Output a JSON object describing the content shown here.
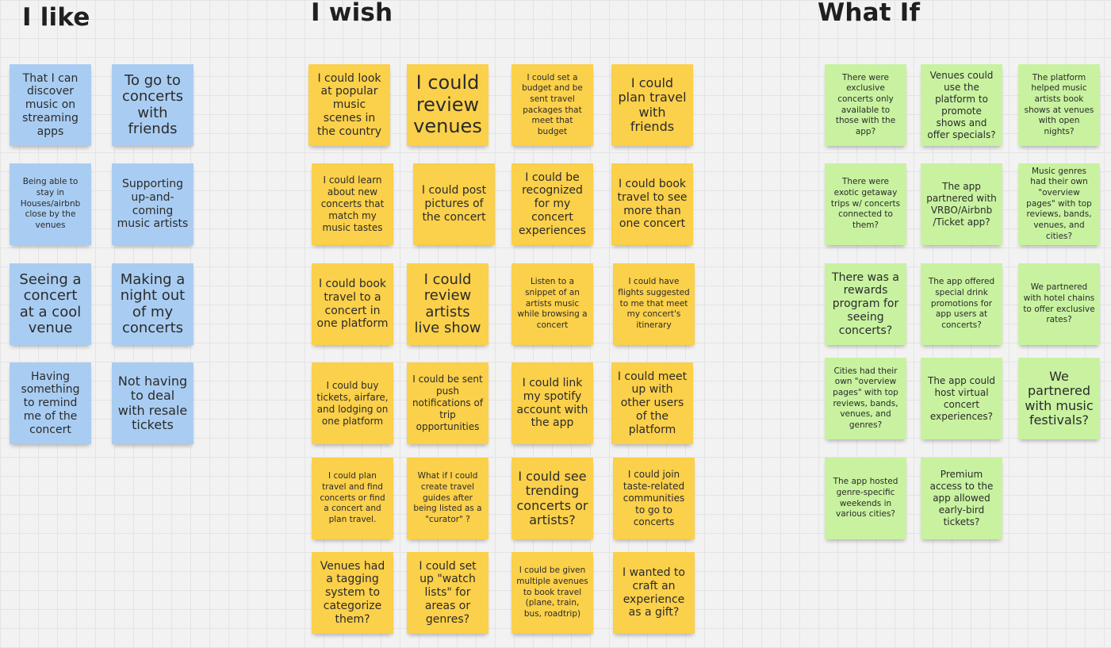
{
  "sections": {
    "like": {
      "title": "I like",
      "notes": [
        "That I can discover music on streaming apps",
        "To go to concerts with friends",
        "Being able to stay in Houses/airbnb close by the venues",
        "Supporting up-and-coming music artists",
        "Seeing a concert at a cool venue",
        "Making a night out of my concerts",
        "Having something to remind me of the concert",
        "Not having to deal with resale tickets"
      ]
    },
    "wish": {
      "title": "I wish",
      "notes": [
        "I could look at popular music scenes in the country",
        "I could review venues",
        "I could set a budget and be sent travel packages that meet that budget",
        "I could plan travel with friends",
        "I could learn about new concerts that match my music tastes",
        "I could post pictures of the concert",
        "I could be recognized for my concert experiences",
        "I could book travel to see more than one concert",
        "I could book travel to a concert in one platform",
        "I could review artists live show",
        "Listen to a snippet of an artists music while browsing a concert",
        "I could have flights suggested to me that meet my concert's itinerary",
        "I could buy tickets, airfare, and lodging on one platform",
        "I could be sent push notifications of trip opportunities",
        "I could link my spotify account with the app",
        "I could meet up with other users of the platform",
        "I could plan travel and find concerts or find a concert and plan travel.",
        "What if I could create travel guides after being listed as a \"curator\" ?",
        "I could see trending concerts or artists?",
        "I could join taste-related communities to go to concerts",
        "Venues had a tagging system to categorize them?",
        "I could set up \"watch lists\" for areas or genres?",
        "I could be given multiple avenues to book travel (plane, train, bus, roadtrip)",
        "I wanted to craft an experience as a gift?"
      ]
    },
    "whatif": {
      "title": "What If",
      "notes": [
        "There were exclusive concerts only available to those with the app?",
        "Venues could use the platform to promote shows and offer specials?",
        "The platform helped music artists book shows at venues with open nights?",
        "There were exotic getaway trips w/ concerts connected to them?",
        "The app partnered with VRBO/Airbnb /Ticket app?",
        "Music genres had their own \"overview pages\" with top reviews, bands, venues, and cities?",
        "There was a rewards program for seeing concerts?",
        "The app offered special drink promotions for app users at concerts?",
        "We partnered with hotel chains to offer exclusive rates?",
        "Cities had their own \"overview pages\" with top reviews, bands, venues, and genres?",
        "The app could host virtual concert experiences?",
        "We partnered with music festivals?",
        "The app hosted genre-specific weekends in various cities?",
        "Premium access to the app allowed early-bird tickets?"
      ]
    }
  },
  "colors": {
    "blue_note": "#a9cdf2",
    "yellow_note": "#fbd04a",
    "green_note": "#c8f2a0",
    "canvas": "#f2f2f2"
  }
}
